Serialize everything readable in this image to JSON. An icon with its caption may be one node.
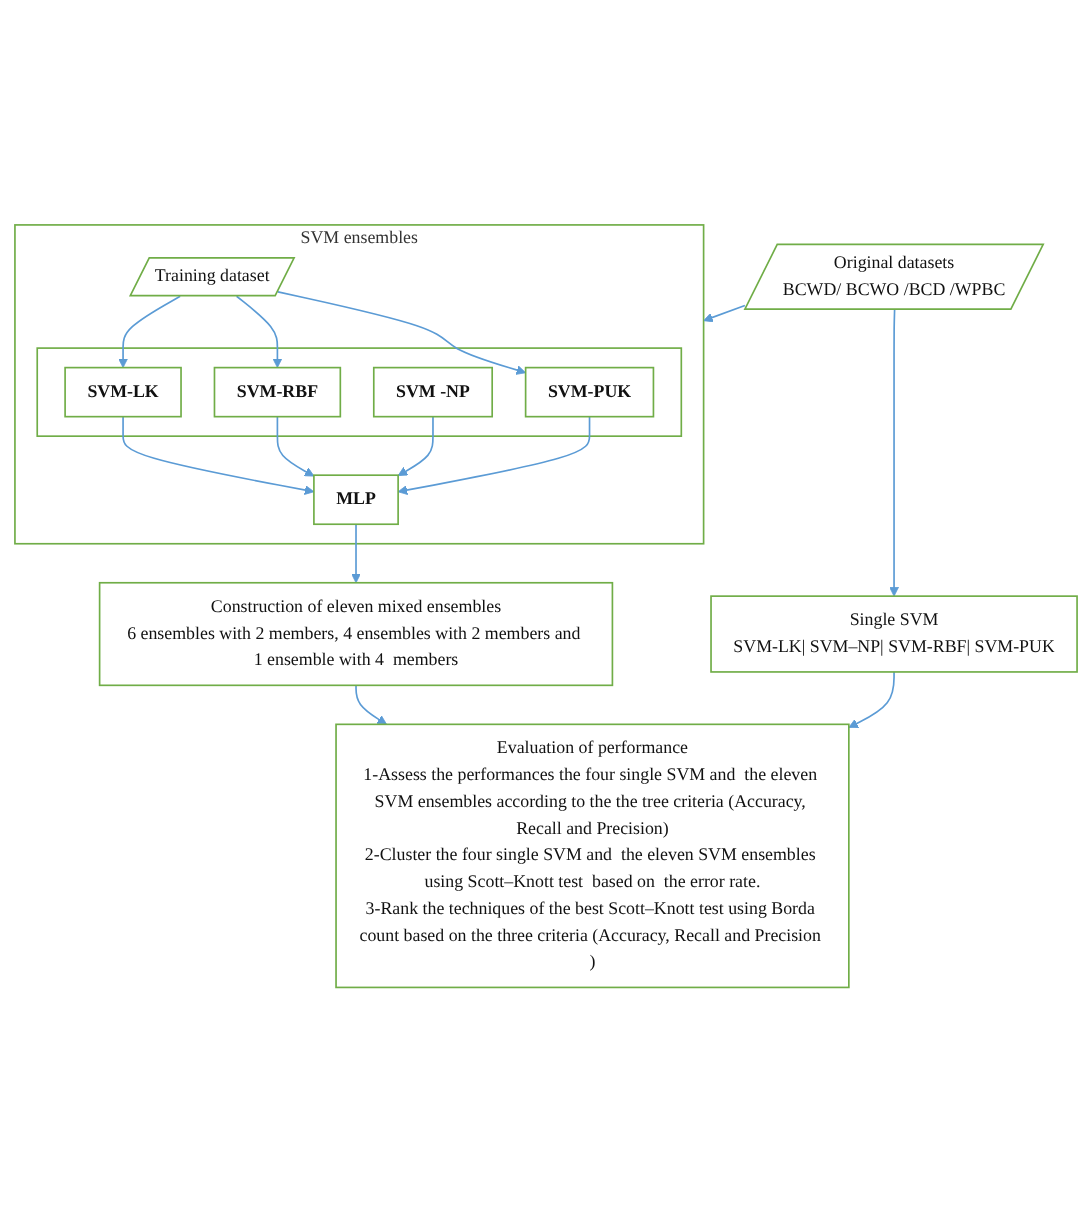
{
  "diagram": {
    "nodes": [
      {
        "text": [
          "Original datasets",
          "BCWD/ BCWO /BCD /WPBC"
        ]
      },
      {
        "text": [
          "Single SVM",
          "SVM-LK| SVM–NP| SVM-RBF| SVM-PUK"
        ]
      },
      {
        "text": [
          "SVM ensembles"
        ]
      },
      {
        "text": [
          "Training dataset"
        ],
        "in": 2
      },
      {
        "text": [],
        "shape": "box",
        "in": 2
      },
      {
        "text": [
          "SVM-LK"
        ],
        "in": 4
      },
      {
        "text": [
          "SVM -NP"
        ],
        "in": 4
      },
      {
        "text": [
          "SVM-RBF"
        ],
        "in": 4
      },
      {
        "text": [
          "SVM-PUK"
        ],
        "in": 4
      },
      {
        "text": [
          "MLP"
        ],
        "in": 2
      },
      {
        "text": [
          "Construction of eleven mixed ensembles",
          "6 ensembles with 2 members, 4 ensembles with 2 members and 1 ensemble with 4  members"
        ]
      },
      {
        "text": [
          "Evaluation of performance",
          "1-Assess the performances the four single SVM and  the eleven SVM ensembles according to the the tree criteria (Accuracy, Recall and Precision)",
          "2-Cluster the four single SVM and  the eleven SVM ensembles using Scott–Knott test  based on  the error rate.",
          "3-Rank the techniques of the best Scott–Knott test using Borda count based on the three criteria (Accuracy, Recall and Precision )"
        ]
      }
    ],
    "edges": [
      {
        "from": 0,
        "to": 1,
        "arrow": "to"
      },
      {
        "from": 0,
        "to": 2,
        "arrow": "to"
      },
      {
        "from": 3,
        "to": 5,
        "arrow": "to"
      },
      {
        "from": 3,
        "to": 7,
        "arrow": "to"
      },
      {
        "from": 3,
        "to": 8,
        "arrow": "to"
      },
      {
        "from": 5,
        "to": 9,
        "arrow": "to"
      },
      {
        "from": 6,
        "to": 9,
        "arrow": "to"
      },
      {
        "from": 7,
        "to": 9,
        "arrow": "to"
      },
      {
        "from": 8,
        "to": 9,
        "arrow": "to"
      },
      {
        "from": 9,
        "to": 10,
        "arrow": "to"
      },
      {
        "from": 1,
        "to": 11,
        "arrow": "to"
      },
      {
        "from": 10,
        "to": 11,
        "arrow": "to"
      }
    ]
  }
}
